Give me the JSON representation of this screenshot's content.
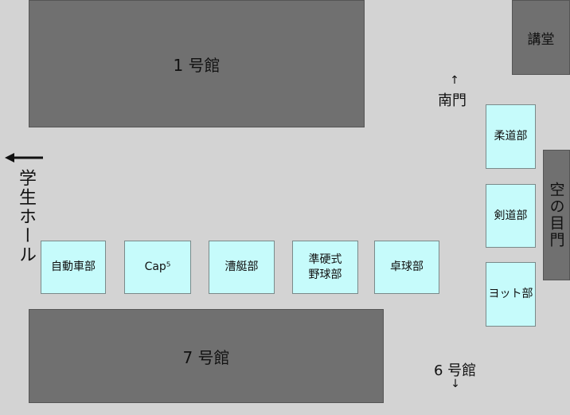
{
  "buildings": {
    "building_1": "1 号館",
    "building_7": "7 号館",
    "auditorium": "講堂",
    "sora_no_mema": "空の目門"
  },
  "clubs": {
    "automobile": "自動車部",
    "cap5": "Cap⁵",
    "rowing": "漕艇部",
    "softball_baseball_line1": "準硬式",
    "softball_baseball_line2": "野球部",
    "table_tennis": "卓球部",
    "judo": "柔道部",
    "kendo": "剣道部",
    "yacht": "ヨット部"
  },
  "directions": {
    "south_gate": "南門",
    "building_6": "6 号館",
    "student_hall": "学生ホール",
    "up_arrow": "↑",
    "down_arrow": "↓"
  },
  "colors": {
    "background": "#d3d3d3",
    "building": "#707070",
    "club": "#c6fbfb"
  }
}
